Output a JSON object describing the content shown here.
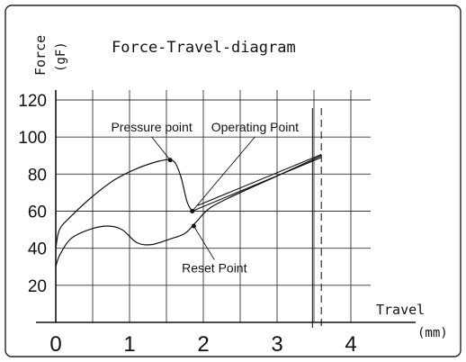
{
  "chart_data": {
    "type": "line",
    "title": "Force-Travel-diagram",
    "ylabel": "Force",
    "yunit": "(gF)",
    "xlabel": "Travel",
    "xunit": "(mm)",
    "xlim": [
      0,
      4
    ],
    "ylim": [
      0,
      120
    ],
    "x_ticks": [
      0,
      1,
      2,
      3,
      4
    ],
    "x_tick_labels": [
      "0",
      "1",
      "2",
      "3",
      "4"
    ],
    "y_ticks": [
      20,
      40,
      60,
      80,
      100,
      120
    ],
    "y_tick_labels": [
      "20",
      "40",
      "60",
      "80",
      "100",
      "120"
    ],
    "x_minor_grid": [
      0.5,
      1.5,
      2.5,
      3.5
    ],
    "travel_limit_lines": [
      3.48,
      3.6
    ],
    "grid": true,
    "series": [
      {
        "role": "actuation",
        "x": [
          0,
          0.05,
          0.2,
          0.5,
          0.8,
          1.1,
          1.35,
          1.5,
          1.55,
          1.62,
          1.7,
          1.78,
          1.85
        ],
        "y": [
          40,
          50,
          57,
          68,
          77,
          83,
          86.5,
          87.8,
          87.6,
          86,
          78,
          65,
          60
        ],
        "branch": {
          "x": [
            1.85,
            3.6
          ],
          "y": [
            60,
            89
          ],
          "offset_y": 1.6
        }
      },
      {
        "role": "return",
        "x": [
          0,
          0.05,
          0.2,
          0.45,
          0.7,
          0.9,
          1.1,
          1.3,
          1.55,
          1.75,
          1.9,
          2.1,
          2.5,
          3.0,
          3.6
        ],
        "y": [
          30,
          36,
          45,
          50,
          52,
          50,
          43,
          42,
          45,
          48,
          54,
          62,
          70,
          79,
          90
        ]
      }
    ],
    "annotations": [
      {
        "label": "Pressure point",
        "point": [
          1.55,
          87.6
        ],
        "text_at": [
          1.3,
          103
        ]
      },
      {
        "label": "Operating Point",
        "point": [
          1.85,
          60
        ],
        "text_at": [
          2.7,
          103
        ]
      },
      {
        "label": "Reset Point",
        "point": [
          1.87,
          52
        ],
        "text_at": [
          2.15,
          27
        ]
      }
    ]
  }
}
